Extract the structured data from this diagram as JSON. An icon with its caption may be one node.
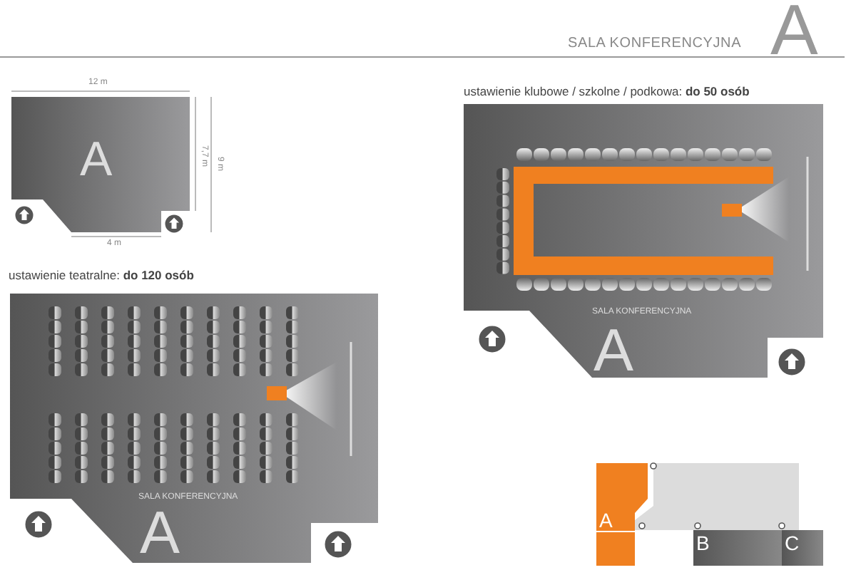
{
  "diagram": {
    "title": "SALA KONFERENCYJNA",
    "labels": [
      "A",
      "12 m",
      "A",
      "7,7 m",
      "9 m",
      "4 m",
      "ustawienie klubowe / szkolne / podkowa: **do 50 osób**",
      "SALA KONFERENCYJNA",
      "A",
      "ustawienie teatralne: **do 120 osób**",
      "SALA KONFERENCYJNA",
      "A",
      "A",
      "B",
      "C"
    ]
  }
}
